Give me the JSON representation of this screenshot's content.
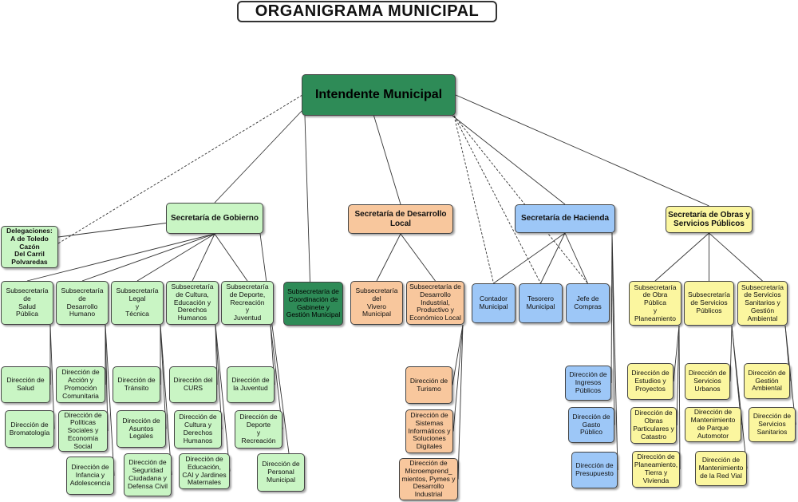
{
  "title": "ORGANIGRAMA MUNICIPAL",
  "root": {
    "label": "Intendente Municipal",
    "color": "#2e8b57"
  },
  "delegaciones": "Delegaciones:\nA de Toledo\nCazón\nDel Carril\nPolvaredas",
  "secretarias": {
    "gobierno": "Secretaría de Gobierno",
    "coordinacion": "Subsecretaría de Coordinación de Gabinete y Gestión Municipal",
    "desarrollo": "Secretaría de Desarrollo Local",
    "hacienda": "Secretaría de Hacienda",
    "obras": "Secretaría de Obras y Servicios Públicos"
  },
  "gobierno_subs": [
    "Subsecretaría de\nSalud\nPública",
    "Subsecretaría de\nDesarrollo\nHumano",
    "Subsecretaría\nLegal\ny\nTécnica",
    "Subsecretaría de Cultura, Educación y Derechos Humanos",
    "Subsecretaría de Deporte, Recreación\ny\nJuventud"
  ],
  "gobierno_dirs": [
    "Dirección de\nSalud",
    "Dirección de\nBromatología",
    "Dirección de Acción y Promoción Comunitaria",
    "Dirección de Políticas Sociales y Economía Social",
    "Dirección de Infancia y Adolescencia",
    "Dirección de\nTránsito",
    "Dirección de Asuntos\nLegales",
    "Dirección de Seguridad Ciudadana y Defensa Civil",
    "Dirección del\nCURS",
    "Dirección de Cultura y Derechos Humanos",
    "Dirección de Educación, CAI y Jardines Maternales",
    "Dirección de\nla Juventud",
    "Dirección de Deporte\ny\nRecreación",
    "Dirección de Personal Municipal"
  ],
  "desarrollo_subs": [
    "Subsecretaría del\nVivero\nMunicipal",
    "Subsecretaría de Desarrollo Industrial, Productivo y Económico Local"
  ],
  "desarrollo_dirs": [
    "Dirección de\nTurismo",
    "Dirección de Sistemas Informáticos y Soluciones Digitales",
    "Dirección de Microemprend_ mientos, Pymes y Desarrollo Industrial"
  ],
  "hacienda_subs": [
    "Contador\nMunicipal",
    "Tesorero\nMunicipal",
    "Jefe de\nCompras"
  ],
  "hacienda_dirs": [
    "Dirección de Ingresos\nPúblicos",
    "Dirección de\nGasto\nPúblico",
    "Dirección de\nPresupuesto"
  ],
  "obras_subs": [
    "Subsecretaría de Obra\nPública\ny\nPlaneamiento",
    "Subsecretaría de Servicios\nPúblicos",
    "Subsecretaría de Servicios Sanitarios y Gestión Ambiental"
  ],
  "obras_dirs": [
    "Dirección de Estudios y Proyectos",
    "Dirección de Obras Particulares y Catastro",
    "Dirección de Planeamiento, Tierra y Vivienda",
    "Dirección de Servicios Urbanos",
    "Dirección de Mantenimiento de Parque Automotor",
    "Dirección de Mantenimiento de la Red Vial",
    "Dirección de Gestión Ambiental",
    "Dirección de Servicios Sanitarios"
  ],
  "colors": {
    "gobierno": "#c9f5c4",
    "desarrollo": "#f8c79d",
    "hacienda": "#9dc7f7",
    "obras": "#fbf69f",
    "coordinacion": "#2e8b57"
  }
}
